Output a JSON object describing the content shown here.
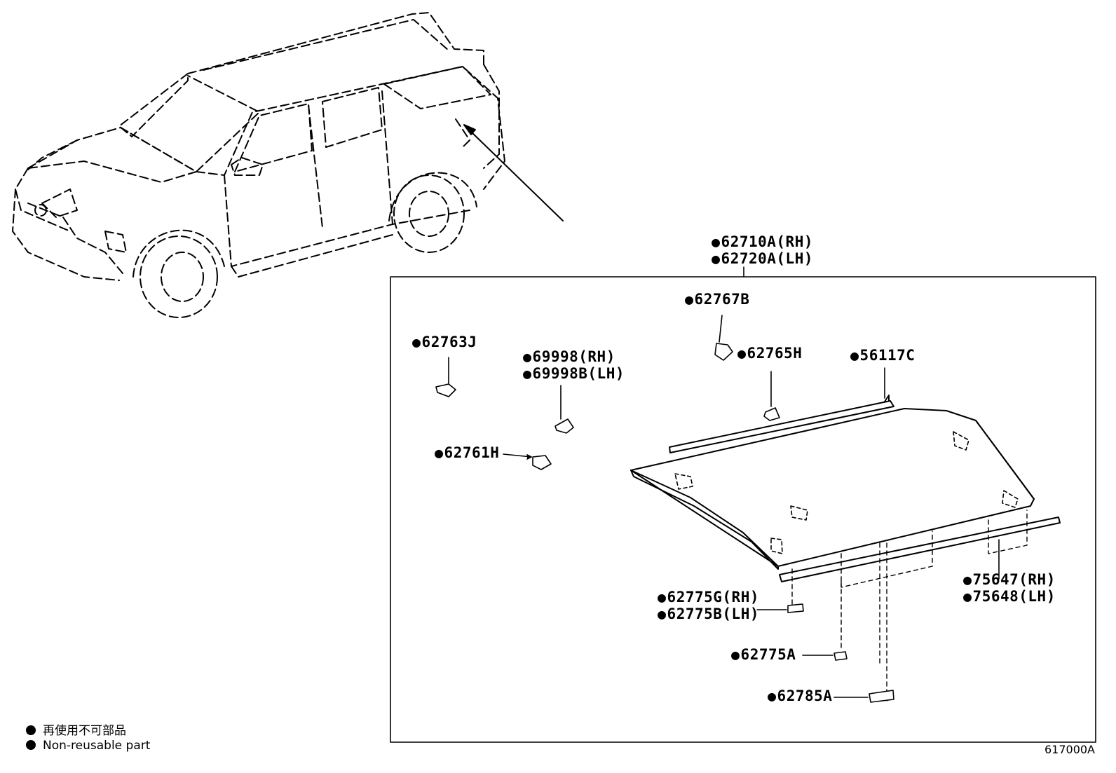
{
  "diagram": {
    "callouts": {
      "roof_panel_rh": "62710A(RH)",
      "roof_panel_lh": "62720A(LH)",
      "clip_62767b": "62767B",
      "clip_62763j": "62763J",
      "clip_69998_rh": "69998(RH)",
      "clip_69998b_lh": "69998B(LH)",
      "clip_62765h": "62765H",
      "seal_56117c": "56117C",
      "clip_62761h": "62761H",
      "molding_rh": "75647(RH)",
      "molding_lh": "75648(LH)",
      "clip_62775g_rh": "62775G(RH)",
      "clip_62775b_lh": "62775B(LH)",
      "clip_62775a": "62775A",
      "clip_62785a": "62785A"
    },
    "legend": {
      "line_jp": "再使用不可部品",
      "line_en": "Non-reusable part"
    },
    "doc_id": "617000A"
  }
}
